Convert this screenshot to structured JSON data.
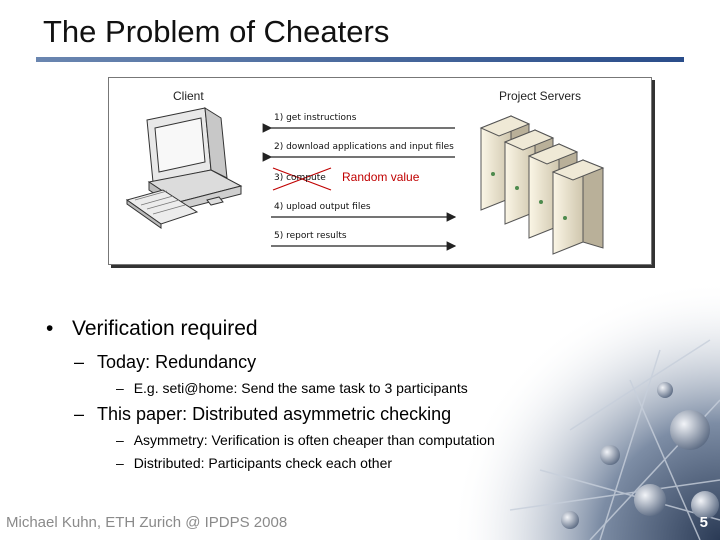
{
  "slide": {
    "title": "The Problem of Cheaters",
    "footer": "Michael Kuhn, ETH Zurich @ IPDPS 2008",
    "page_number": "5"
  },
  "diagram": {
    "client_label": "Client",
    "servers_label": "Project Servers",
    "steps": [
      "1) get instructions",
      "2) download applications and input files",
      "3) compute",
      "4) upload output files",
      "5) report results"
    ],
    "random_label": "Random value"
  },
  "bullets": {
    "main": "Verification required",
    "sub1": "Today: Redundancy",
    "sub1_detail": "E.g. seti@home: Send the same task to 3 participants",
    "sub2": "This paper: Distributed asymmetric checking",
    "sub2_details": [
      "Asymmetry: Verification is often cheaper than computation",
      "Distributed: Participants check each other"
    ],
    "dash": "–",
    "bullet": "•"
  }
}
